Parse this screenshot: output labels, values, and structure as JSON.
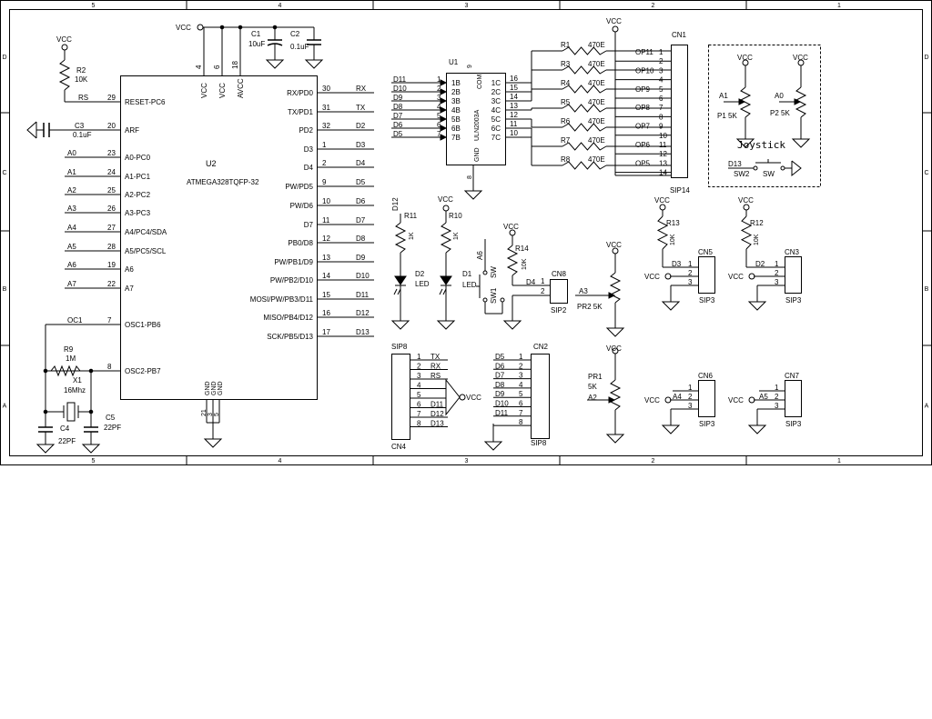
{
  "frame": {
    "columns": [
      "5",
      "4",
      "3",
      "2",
      "1"
    ],
    "rows": [
      "D",
      "C",
      "B",
      "A"
    ]
  },
  "power": {
    "vcc": "VCC"
  },
  "mcu": {
    "ref": "U2",
    "part": "ATMEGA328TQFP-32",
    "left_pins": [
      {
        "num": "29",
        "name": "RESET-PC6",
        "net": "RS"
      },
      {
        "num": "20",
        "name": "ARF",
        "net": ""
      },
      {
        "num": "23",
        "name": "A0-PC0",
        "net": "A0"
      },
      {
        "num": "24",
        "name": "A1-PC1",
        "net": "A1"
      },
      {
        "num": "25",
        "name": "A2-PC2",
        "net": "A2"
      },
      {
        "num": "26",
        "name": "A3-PC3",
        "net": "A3"
      },
      {
        "num": "27",
        "name": "A4/PC4/SDA",
        "net": "A4"
      },
      {
        "num": "28",
        "name": "A5/PC5/SCL",
        "net": "A5"
      },
      {
        "num": "19",
        "name": "A6",
        "net": "A6"
      },
      {
        "num": "22",
        "name": "A7",
        "net": "A7"
      },
      {
        "num": "7",
        "name": "OSC1-PB6",
        "net": "OC1"
      },
      {
        "num": "8",
        "name": "OSC2-PB7",
        "net": ""
      }
    ],
    "right_pins": [
      {
        "num": "30",
        "name": "RX/PD0",
        "net": "RX"
      },
      {
        "num": "31",
        "name": "TX/PD1",
        "net": "TX"
      },
      {
        "num": "32",
        "name": "PD2",
        "net": "D2"
      },
      {
        "num": "1",
        "name": "D3",
        "net": "D3"
      },
      {
        "num": "2",
        "name": "D4",
        "net": "D4"
      },
      {
        "num": "9",
        "name": "PW/PD5",
        "net": "D5"
      },
      {
        "num": "10",
        "name": "PW/D6",
        "net": "D6"
      },
      {
        "num": "11",
        "name": "D7",
        "net": "D7"
      },
      {
        "num": "12",
        "name": "PB0/D8",
        "net": "D8"
      },
      {
        "num": "13",
        "name": "PW/PB1/D9",
        "net": "D9"
      },
      {
        "num": "14",
        "name": "PW/PB2/D10",
        "net": "D10"
      },
      {
        "num": "15",
        "name": "MOSI/PW/PB3/D11",
        "net": "D11"
      },
      {
        "num": "16",
        "name": "MISO/PB4/D12",
        "net": "D12"
      },
      {
        "num": "17",
        "name": "SCK/PB5/D13",
        "net": "D13"
      }
    ],
    "top_pins": [
      {
        "num": "4",
        "name": "VCC"
      },
      {
        "num": "6",
        "name": "VCC"
      },
      {
        "num": "18",
        "name": "AVCC"
      }
    ],
    "bottom_pins": [
      {
        "num": "21",
        "name": "GND"
      },
      {
        "num": "3",
        "name": "GND"
      },
      {
        "num": "5",
        "name": "GND"
      }
    ]
  },
  "caps": {
    "c1": {
      "ref": "C1",
      "val": "10uF"
    },
    "c2": {
      "ref": "C2",
      "val": "0.1uF"
    },
    "c3": {
      "ref": "C3",
      "val": "0.1uF"
    },
    "c4": {
      "ref": "C4",
      "val": "22PF"
    },
    "c5": {
      "ref": "C5",
      "val": "22PF"
    }
  },
  "reset": {
    "ref": "R2",
    "val": "10K"
  },
  "crystal": {
    "r_ref": "R9",
    "r_val": "1M",
    "x_ref": "X1",
    "x_val": "16Mhz"
  },
  "driver": {
    "ref": "U1",
    "part": "ULN2003A",
    "com": "COM",
    "gnd": "GND",
    "pin9": "9",
    "pin8": "8",
    "inputs": [
      {
        "net": "D11",
        "num": "1",
        "name": "1B"
      },
      {
        "net": "D10",
        "num": "2",
        "name": "2B"
      },
      {
        "net": "D9",
        "num": "3",
        "name": "3B"
      },
      {
        "net": "D8",
        "num": "4",
        "name": "4B"
      },
      {
        "net": "D7",
        "num": "5",
        "name": "5B"
      },
      {
        "net": "D6",
        "num": "6",
        "name": "6B"
      },
      {
        "net": "D5",
        "num": "7",
        "name": "7B"
      }
    ],
    "outputs": [
      {
        "name": "1C",
        "num": "16"
      },
      {
        "name": "2C",
        "num": "15"
      },
      {
        "name": "3C",
        "num": "14"
      },
      {
        "name": "4C",
        "num": "13"
      },
      {
        "name": "5C",
        "num": "12"
      },
      {
        "name": "6C",
        "num": "11"
      },
      {
        "name": "7C",
        "num": "10"
      }
    ]
  },
  "out_resistors": [
    {
      "ref": "R1",
      "val": "470E"
    },
    {
      "ref": "R3",
      "val": "470E"
    },
    {
      "ref": "R4",
      "val": "470E"
    },
    {
      "ref": "R5",
      "val": "470E"
    },
    {
      "ref": "R6",
      "val": "470E"
    },
    {
      "ref": "R7",
      "val": "470E"
    },
    {
      "ref": "R8",
      "val": "470E"
    }
  ],
  "cn1": {
    "ref": "CN1",
    "type": "SIP14",
    "pins": [
      {
        "net": "OP11",
        "num": "1"
      },
      {
        "net": "",
        "num": "2"
      },
      {
        "net": "OP10",
        "num": "3"
      },
      {
        "net": "",
        "num": "4"
      },
      {
        "net": "OP9",
        "num": "5"
      },
      {
        "net": "",
        "num": "6"
      },
      {
        "net": "OP8",
        "num": "7"
      },
      {
        "net": "",
        "num": "8"
      },
      {
        "net": "OP7",
        "num": "9"
      },
      {
        "net": "",
        "num": "10"
      },
      {
        "net": "OP6",
        "num": "11"
      },
      {
        "net": "",
        "num": "12"
      },
      {
        "net": "OP5",
        "num": "13"
      },
      {
        "net": "",
        "num": "14"
      }
    ]
  },
  "joystick": {
    "title": "Joystick",
    "p1": {
      "net": "A1",
      "ref": "P1",
      "val": "5K"
    },
    "p2": {
      "net": "A0",
      "ref": "P2",
      "val": "5K"
    },
    "sw": {
      "net": "D13",
      "ref": "SW2",
      "val": "SW"
    }
  },
  "leds": [
    {
      "net": "D12",
      "r_ref": "R11",
      "r_val": "1K",
      "d_ref": "D2",
      "d_val": "LED"
    },
    {
      "net": "",
      "r_ref": "R10",
      "r_val": "1K",
      "d_ref": "D1",
      "d_val": "LED"
    }
  ],
  "switch1": {
    "net": "A6",
    "ref": "SW1",
    "val": "SW"
  },
  "cn8": {
    "r_ref": "R14",
    "r_val": "10K",
    "net": "D4",
    "ref": "CN8",
    "type": "SIP2",
    "pin1": "1",
    "pin2": "2"
  },
  "pr2": {
    "net": "A3",
    "label": "PR2 5K"
  },
  "pr1": {
    "ref": "PR1",
    "val": "5K",
    "net": "A2"
  },
  "sip3s": [
    {
      "ref": "CN5",
      "type": "SIP3",
      "r_ref": "R13",
      "r_val": "10K",
      "net": "D3",
      "n1": "1",
      "n2": "2",
      "n3": "3"
    },
    {
      "ref": "CN3",
      "type": "SIP3",
      "r_ref": "R12",
      "r_val": "10K",
      "net": "D2",
      "n1": "1",
      "n2": "2",
      "n3": "3"
    },
    {
      "ref": "CN6",
      "type": "SIP3",
      "net": "A4",
      "n1": "1",
      "n2": "2",
      "n3": "3"
    },
    {
      "ref": "CN7",
      "type": "SIP3",
      "net": "A5",
      "n1": "1",
      "n2": "2",
      "n3": "3"
    }
  ],
  "cn4": {
    "ref": "CN4",
    "type": "SIP8",
    "pins": [
      {
        "num": "1",
        "net": "TX"
      },
      {
        "num": "2",
        "net": "RX"
      },
      {
        "num": "3",
        "net": "RS"
      },
      {
        "num": "4",
        "net": ""
      },
      {
        "num": "5",
        "net": ""
      },
      {
        "num": "6",
        "net": "D11"
      },
      {
        "num": "7",
        "net": "D12"
      },
      {
        "num": "8",
        "net": "D13"
      }
    ]
  },
  "cn2": {
    "ref": "CN2",
    "type": "SIP8",
    "pins": [
      {
        "net": "D5",
        "num": "1"
      },
      {
        "net": "D6",
        "num": "2"
      },
      {
        "net": "D7",
        "num": "3"
      },
      {
        "net": "D8",
        "num": "4"
      },
      {
        "net": "D9",
        "num": "5"
      },
      {
        "net": "D10",
        "num": "6"
      },
      {
        "net": "D11",
        "num": "7"
      },
      {
        "net": "",
        "num": "8"
      }
    ]
  }
}
